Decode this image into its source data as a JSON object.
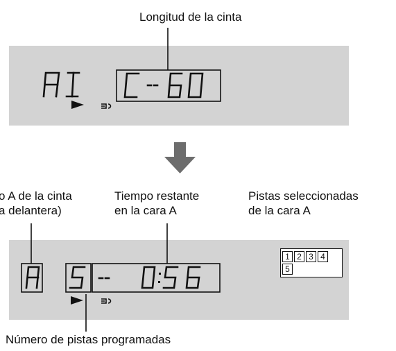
{
  "labels": {
    "tape_length": "Longitud de la cinta",
    "side_a_line1": "o A de la cinta",
    "side_a_line2": "a delantera)",
    "remaining_line1": "Tiempo restante",
    "remaining_line2": "en la cara A",
    "selected_line1": "Pistas seleccionadas",
    "selected_line2": "de la cara A",
    "programmed_count": "Número de pistas programadas"
  },
  "display1": {
    "left_code": "AI",
    "tape": "C - 60"
  },
  "display2": {
    "side": "A",
    "tracks": "5",
    "time": "-- 0:56"
  },
  "track_grid": [
    "1",
    "2",
    "3",
    "4",
    "5"
  ],
  "colors": {
    "panel": "#d3d3d3",
    "arrow": "#6d6d6d",
    "ink": "#111111"
  }
}
